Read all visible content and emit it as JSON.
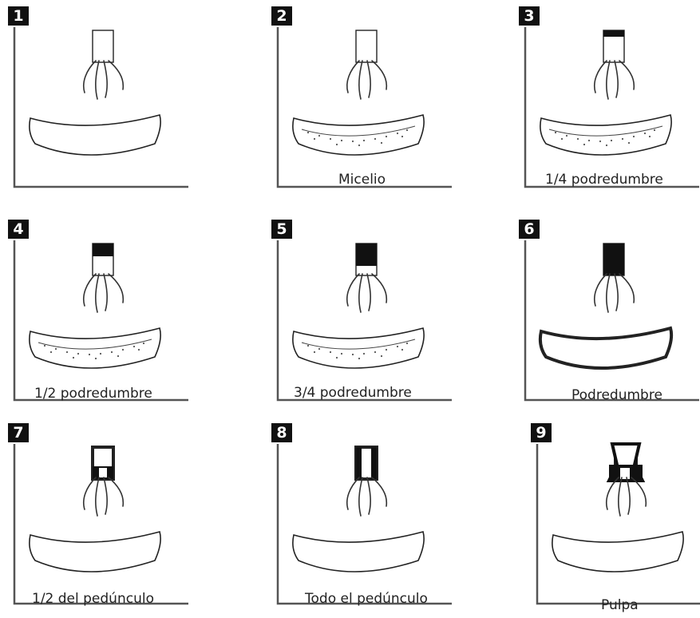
{
  "panels": [
    {
      "number": "1",
      "label": "",
      "cap": 0,
      "rot": "none",
      "stem": "none"
    },
    {
      "number": "2",
      "label": "Micelio",
      "cap": 0,
      "rot": "dots",
      "stem": "none"
    },
    {
      "number": "3",
      "label": "1/4 podredumbre",
      "cap": 0.2,
      "rot": "dots",
      "stem": "none"
    },
    {
      "number": "4",
      "label": "1/2 podredumbre",
      "cap": 0.4,
      "rot": "dots",
      "stem": "none"
    },
    {
      "number": "5",
      "label": "3/4 podredumbre",
      "cap": 0.7,
      "rot": "dots",
      "stem": "none"
    },
    {
      "number": "6",
      "label": "Podredumbre",
      "cap": 1,
      "rot": "thick",
      "stem": "none"
    },
    {
      "number": "7",
      "label": "1/2 del pedúnculo",
      "cap": 0,
      "rot": "none",
      "stem": "half"
    },
    {
      "number": "8",
      "label": "Todo el pedúnculo",
      "cap": 0,
      "rot": "none",
      "stem": "full"
    },
    {
      "number": "9",
      "label": "Pulpa",
      "cap": 0,
      "rot": "none",
      "stem": "pulp"
    }
  ]
}
